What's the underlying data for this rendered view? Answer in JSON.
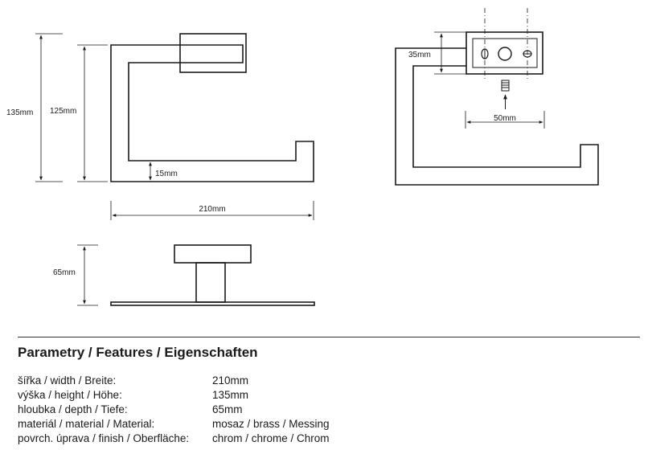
{
  "drawing": {
    "front_view": {
      "height_outer": "135mm",
      "height_inner": "125mm",
      "bar_gap": "15mm",
      "width": "210mm"
    },
    "side_view": {
      "depth": "65mm"
    },
    "mount_view": {
      "plate_height": "35mm",
      "hole_spacing": "50mm"
    }
  },
  "specs": {
    "title": "Parametry / Features / Eigenschaften",
    "rows": [
      {
        "label": "šířka / width / Breite:",
        "value": "210mm"
      },
      {
        "label": "výška / height / Höhe:",
        "value": "135mm"
      },
      {
        "label": "hloubka / depth / Tiefe:",
        "value": "65mm"
      },
      {
        "label": "materiál / material / Material:",
        "value": "mosaz / brass / Messing"
      },
      {
        "label": "povrch. úprava / finish / Oberfläche:",
        "value": "chrom / chrome / Chrom"
      }
    ]
  }
}
